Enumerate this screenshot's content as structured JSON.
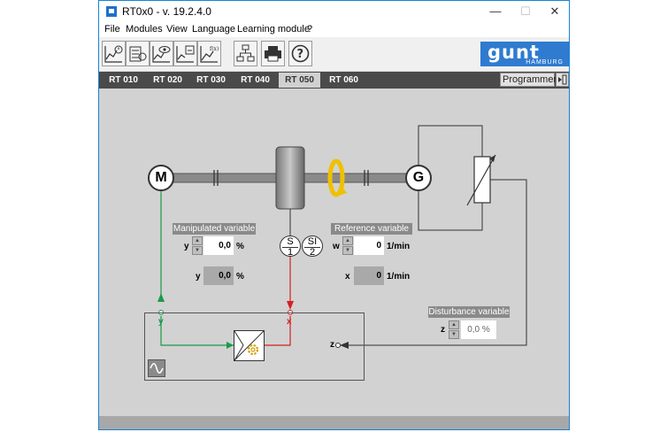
{
  "window": {
    "title": "RT0x0 - v. 19.2.4.0",
    "minimize": "—",
    "maximize": "☐",
    "close": "✕"
  },
  "menu": [
    "File",
    "Modules",
    "View",
    "Language",
    "Learning module",
    "?"
  ],
  "toolbar": {
    "buttons": [
      "trend-time-icon",
      "data-table-icon",
      "trend-eye-icon",
      "trend-export-icon",
      "function-fx-icon",
      "network-icon",
      "printer-icon",
      "help-icon"
    ]
  },
  "logo": {
    "main": "gunt",
    "sub": "HAMBURG"
  },
  "tabs": [
    "RT 010",
    "RT 020",
    "RT 030",
    "RT 040",
    "RT 050",
    "RT 060"
  ],
  "active_tab": "RT 050",
  "programmer_label": "Programmer",
  "diagram": {
    "motor_label": "M",
    "generator_label": "G",
    "sensor1": {
      "top": "S",
      "bottom": "1"
    },
    "sensor2": {
      "top": "SI",
      "bottom": "2"
    },
    "manipulated": {
      "title": "Manipulated variable",
      "var": "y",
      "value": "0,0",
      "unit": "%",
      "readout_var": "y",
      "readout_value": "0,0",
      "readout_unit": "%"
    },
    "reference": {
      "title": "Reference variable",
      "var": "w",
      "value": "0",
      "unit": "1/min",
      "readout_var": "x",
      "readout_value": "0",
      "readout_unit": "1/min"
    },
    "disturbance": {
      "title": "Disturbance variable",
      "var": "z",
      "value": "0,0 %"
    },
    "signal_y": "y",
    "signal_x": "x",
    "signal_z": "z"
  },
  "colors": {
    "accent": "#2f7bd0",
    "green_line": "#1a9a4a",
    "red_line": "#d42020",
    "rotation": "#f0c000"
  }
}
